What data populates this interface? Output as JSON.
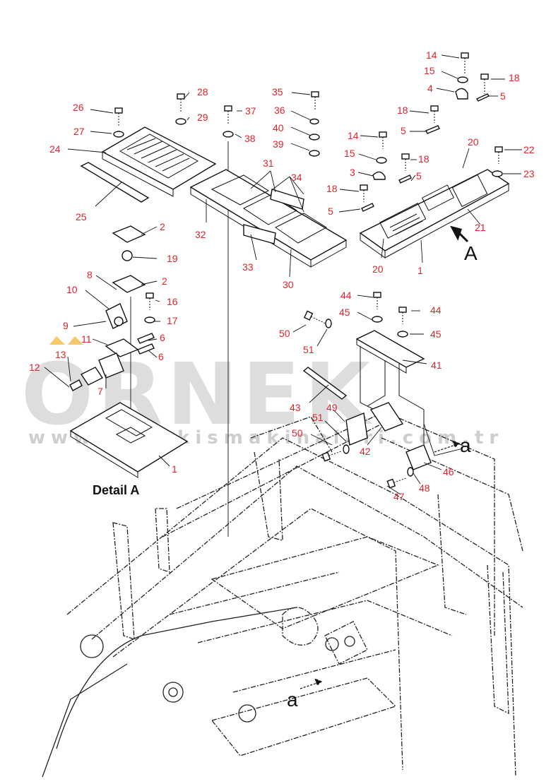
{
  "diagram": {
    "detail_label": "Detail A",
    "view_letters": {
      "A": "A",
      "a_top": "a",
      "a_bottom": "a"
    },
    "watermark": {
      "brand": "ORNEK",
      "url": "www.ornekismakinalari.com.tr"
    },
    "colors": {
      "callout": "#e0242b",
      "line": "#111111",
      "watermark": "#d2d2d2"
    }
  },
  "callouts": {
    "c14a": "14",
    "c15a": "15",
    "c18a": "18",
    "c4": "4",
    "c5a": "5",
    "c18b": "18",
    "c5b": "5",
    "c20a": "20",
    "c14b": "14",
    "c15b": "15",
    "c18c": "18",
    "c3": "3",
    "c5c": "5",
    "c22": "22",
    "c23": "23",
    "c18d": "18",
    "c5d": "5",
    "c21": "21",
    "c20b": "20",
    "c1a": "1",
    "c26": "26",
    "c27": "27",
    "c24": "24",
    "c28": "28",
    "c29": "29",
    "c37": "37",
    "c38": "38",
    "c35": "35",
    "c36": "36",
    "c40": "40",
    "c39": "39",
    "c31": "31",
    "c34": "34",
    "c25": "25",
    "c32": "32",
    "c33": "33",
    "c30": "30",
    "c2a": "2",
    "c19": "19",
    "c8": "8",
    "c2b": "2",
    "c10": "10",
    "c16": "16",
    "c9": "9",
    "c17": "17",
    "c11": "11",
    "c6a": "6",
    "c13": "13",
    "c6b": "6",
    "c12": "12",
    "c7": "7",
    "c1b": "1",
    "c44a": "44",
    "c45a": "45",
    "c50a": "50",
    "c51a": "51",
    "c44b": "44",
    "c45b": "45",
    "c41": "41",
    "c43": "43",
    "c49": "49",
    "c51b": "51",
    "c50b": "50",
    "c42": "42",
    "c46": "46",
    "c48": "48",
    "c47": "47"
  }
}
